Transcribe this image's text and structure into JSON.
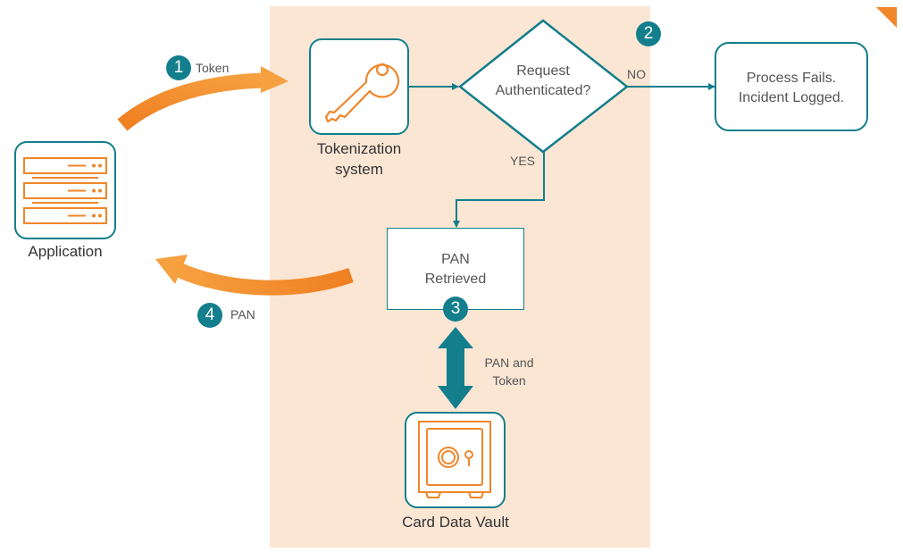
{
  "colors": {
    "teal": "#137e8c",
    "orange": "#f0862a",
    "panel": "#fbe6d4",
    "text": "#4a4a4a"
  },
  "nodes": {
    "application": {
      "label": "Application",
      "icon": "server-stack-icon"
    },
    "tokenization": {
      "label_line1": "Tokenization",
      "label_line2": "system",
      "icon": "key-icon"
    },
    "decision": {
      "line1": "Request",
      "line2": "Authenticated?"
    },
    "fail": {
      "line1": "Process Fails.",
      "line2": "Incident Logged."
    },
    "pan_retrieved": {
      "line1": "PAN",
      "line2": "Retrieved"
    },
    "vault": {
      "label": "Card Data Vault",
      "icon": "safe-icon"
    }
  },
  "edges": {
    "no_label": "NO",
    "yes_label": "YES",
    "step1_label": "Token",
    "step4_label": "PAN",
    "vault_link_line1": "PAN and",
    "vault_link_line2": "Token"
  },
  "steps": [
    "1",
    "2",
    "3",
    "4"
  ]
}
